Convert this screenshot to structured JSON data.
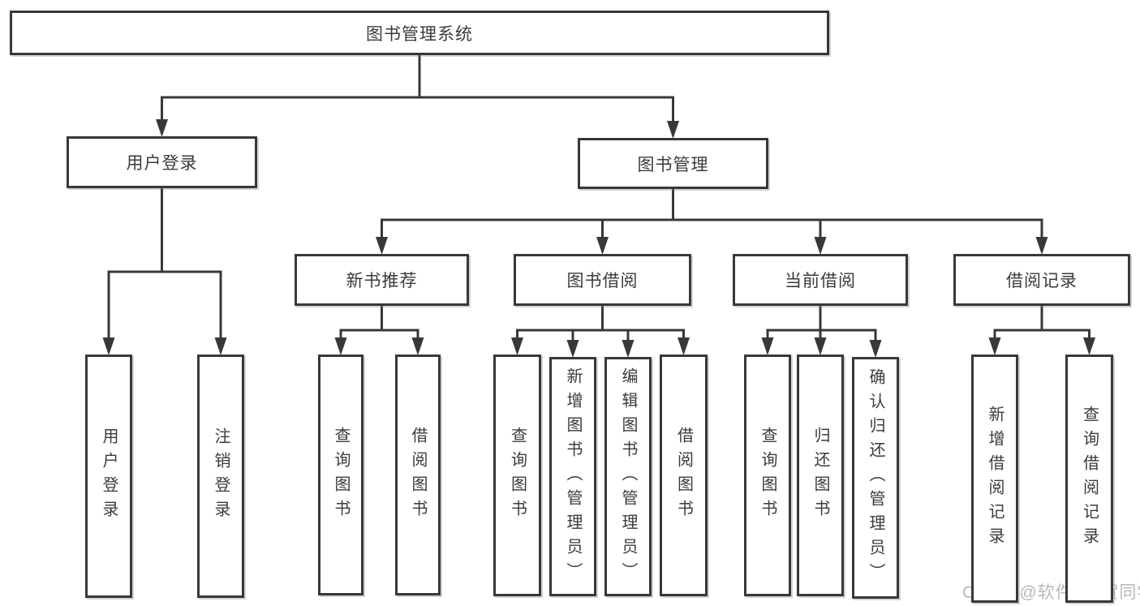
{
  "diagram": {
    "colors": {
      "line": "#383838",
      "text": "#3b3b3b",
      "box_background": "#ffffff",
      "background": "#ffffff",
      "watermark": "#b8b8b8"
    },
    "watermark": "CSDN @软件_小贺同学",
    "tree": {
      "id": "library-management-system",
      "label": "图书管理系统",
      "children": [
        {
          "id": "user-login",
          "label": "用户登录",
          "children": [
            {
              "id": "login",
              "label": "用户登录",
              "vertical": true
            },
            {
              "id": "logout",
              "label": "注销登录",
              "vertical": true
            }
          ]
        },
        {
          "id": "book-management",
          "label": "图书管理",
          "children": [
            {
              "id": "new-book-recommendation",
              "label": "新书推荐",
              "children": [
                {
                  "id": "query-books-recommend",
                  "label": "查询图书",
                  "vertical": true
                },
                {
                  "id": "borrow-books-recommend",
                  "label": "借阅图书",
                  "vertical": true
                }
              ]
            },
            {
              "id": "book-borrowing",
              "label": "图书借阅",
              "children": [
                {
                  "id": "query-books-borrow",
                  "label": "查询图书",
                  "vertical": true
                },
                {
                  "id": "add-book-admin",
                  "label": "新增图书（管理员）",
                  "vertical": true
                },
                {
                  "id": "edit-book-admin",
                  "label": "编辑图书（管理员）",
                  "vertical": true
                },
                {
                  "id": "borrow-books-borrow",
                  "label": "借阅图书",
                  "vertical": true
                }
              ]
            },
            {
              "id": "current-borrowing",
              "label": "当前借阅",
              "children": [
                {
                  "id": "query-books-current",
                  "label": "查询图书",
                  "vertical": true
                },
                {
                  "id": "return-book",
                  "label": "归还图书",
                  "vertical": true
                },
                {
                  "id": "confirm-return-admin",
                  "label": "确认归还（管理员）",
                  "vertical": true
                }
              ]
            },
            {
              "id": "borrowing-records",
              "label": "借阅记录",
              "children": [
                {
                  "id": "add-borrow-record",
                  "label": "新增借阅记录",
                  "vertical": true
                },
                {
                  "id": "query-borrow-record",
                  "label": "查询借阅记录",
                  "vertical": true
                }
              ]
            }
          ]
        }
      ]
    }
  }
}
